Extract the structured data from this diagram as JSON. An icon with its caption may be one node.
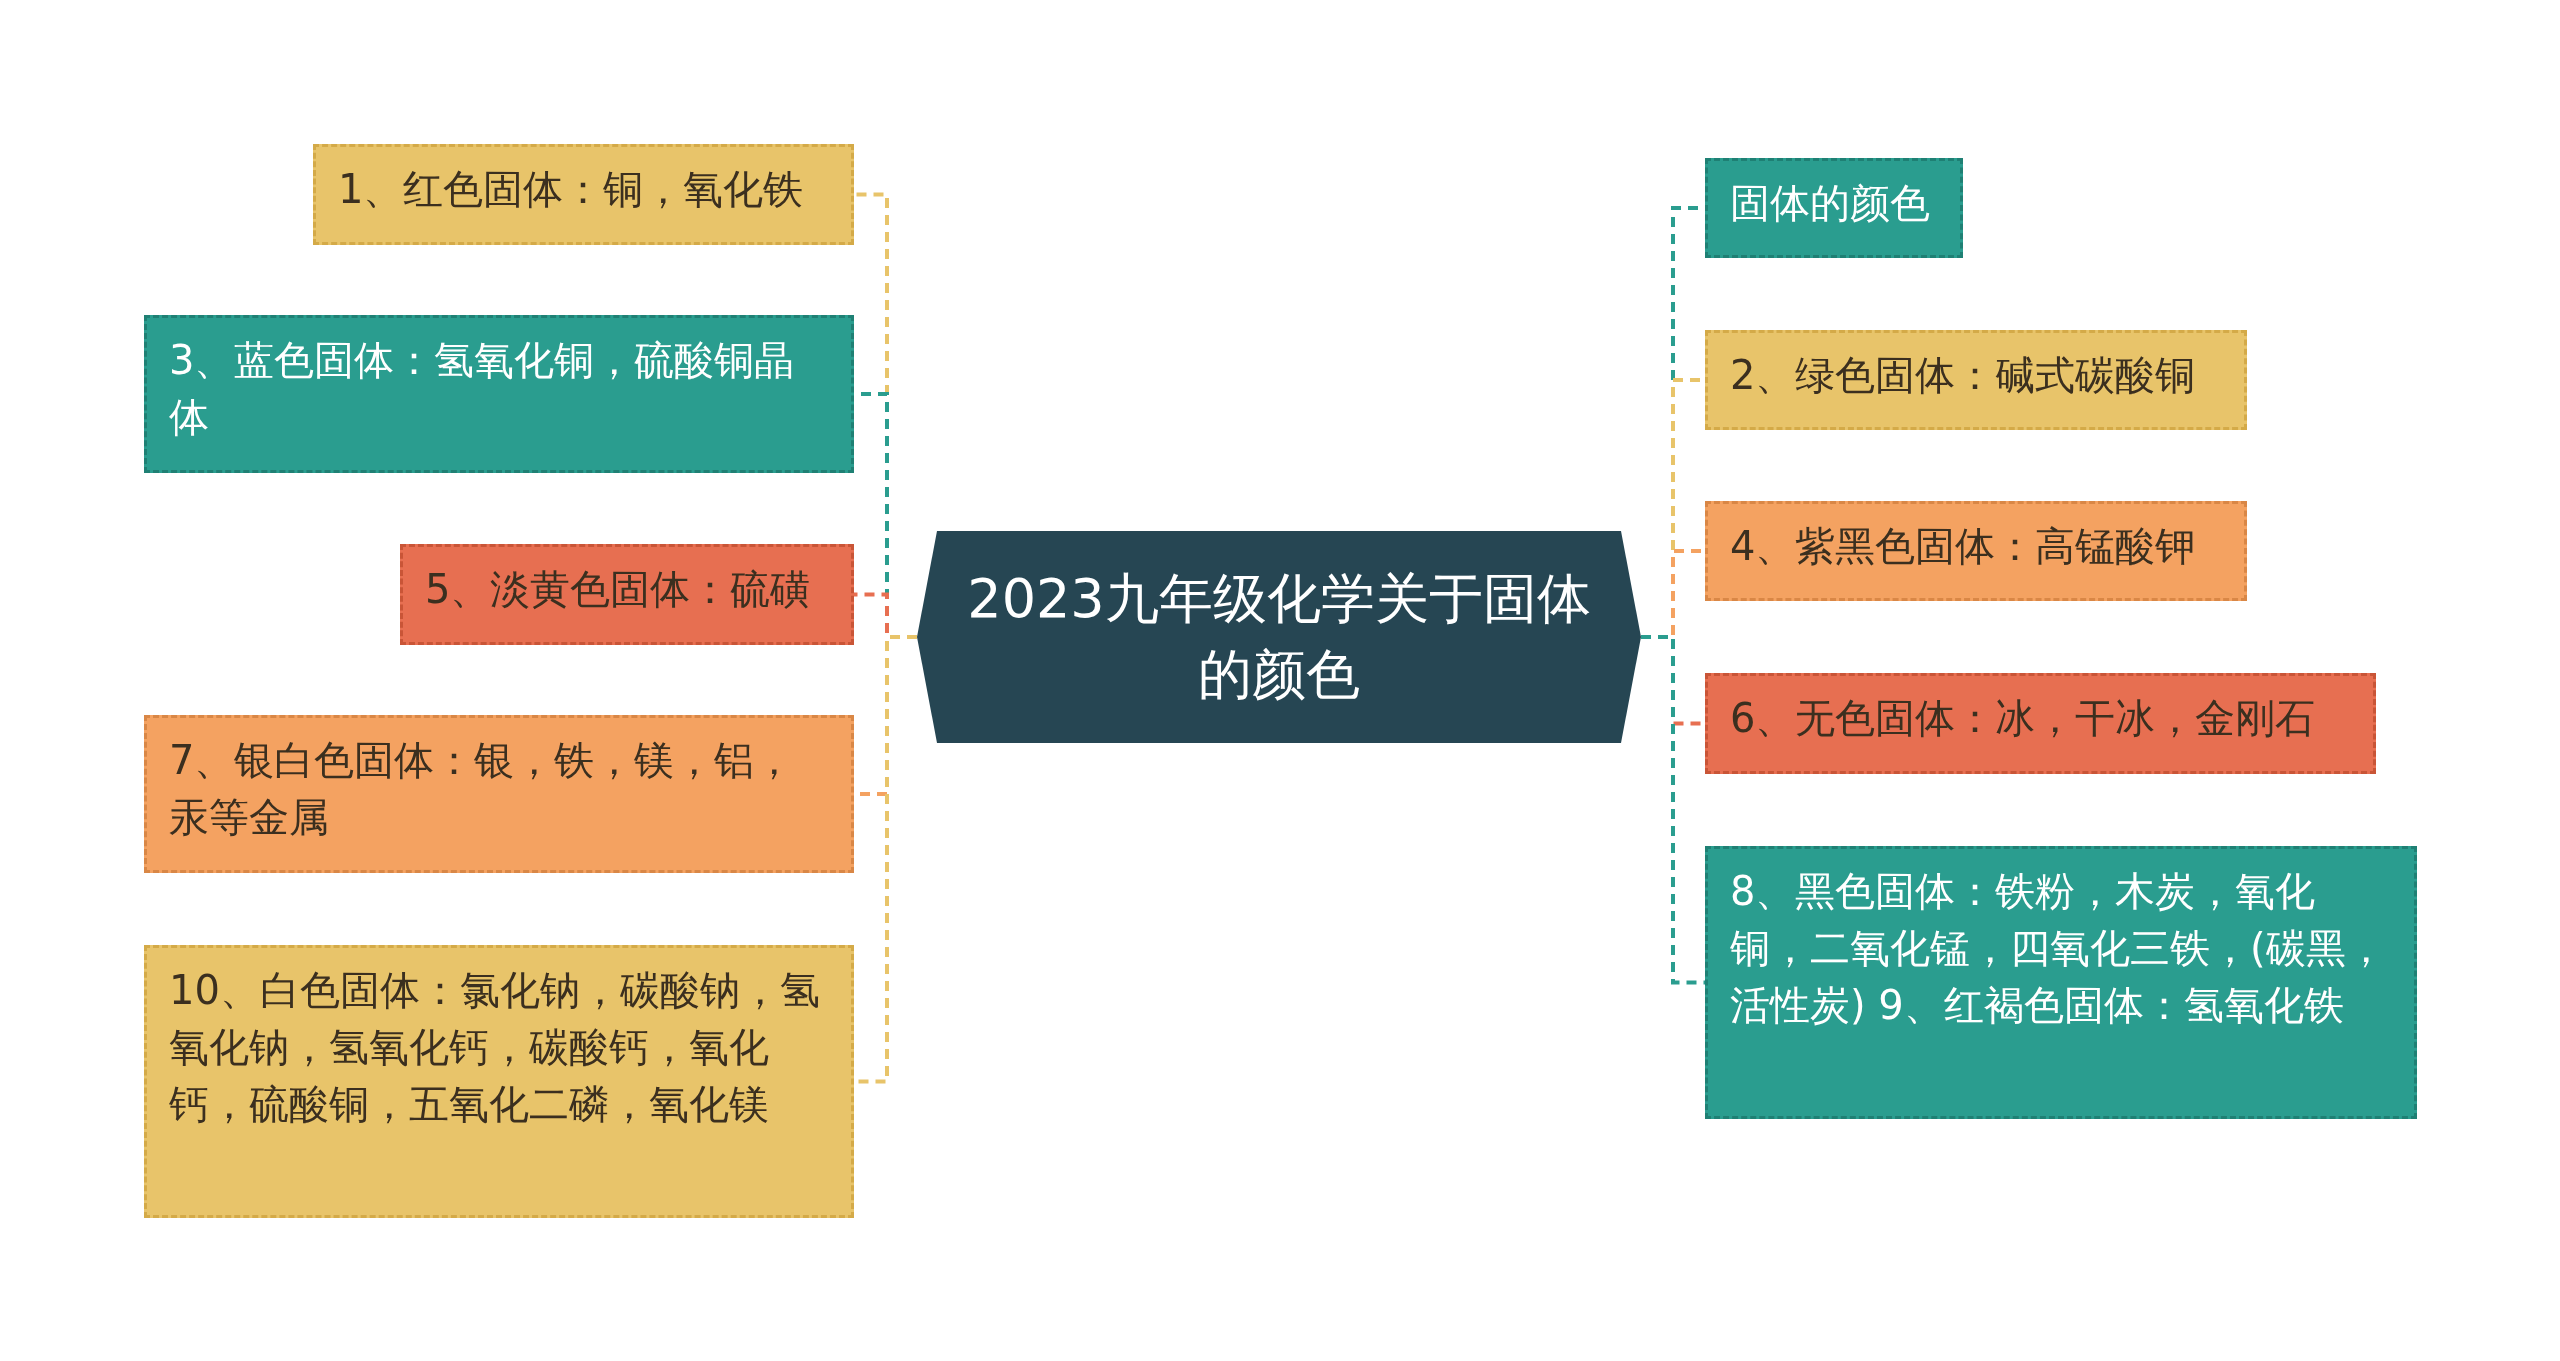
{
  "diagram": {
    "nodes": [
      {
        "text": [
          "2023九年级化学关于固体的颜色"
        ]
      },
      {
        "text": [
          "1、红色固体：铜，氧化铁"
        ]
      },
      {
        "text": [
          "3、蓝色固体：氢氧化铜，硫酸铜晶体"
        ]
      },
      {
        "text": [
          "5、淡黄色固体：硫磺"
        ]
      },
      {
        "text": [
          "7、银白色固体：银，铁，镁，铝，汞等金属"
        ]
      },
      {
        "text": [
          "10、白色固体：氯化钠，碳酸钠，氢氧化钠，氢氧化钙，碳酸钙，氧化钙，硫酸铜，五氧化二磷，氧化镁"
        ]
      },
      {
        "text": [
          "固体的颜色"
        ]
      },
      {
        "text": [
          "2、绿色固体：碱式碳酸铜"
        ]
      },
      {
        "text": [
          "4、紫黑色固体：高锰酸钾"
        ]
      },
      {
        "text": [
          "6、无色固体：冰，干冰，金刚石"
        ]
      },
      {
        "text": [
          "8、黑色固体：铁粉，木炭，氧化铜，二氧化锰，四氧化三铁，(碳黑，活性炭) 9、红褐色固体：氢氧化铁"
        ]
      }
    ],
    "edges": [
      {
        "from": 0,
        "to": 1,
        "arrow": "none",
        "style": "dashed",
        "color": "#e8c46a"
      },
      {
        "from": 0,
        "to": 2,
        "arrow": "none",
        "style": "dashed",
        "color": "#2a9d8f"
      },
      {
        "from": 0,
        "to": 3,
        "arrow": "none",
        "style": "dashed",
        "color": "#e76f51"
      },
      {
        "from": 0,
        "to": 4,
        "arrow": "none",
        "style": "dashed",
        "color": "#f4a261"
      },
      {
        "from": 0,
        "to": 5,
        "arrow": "none",
        "style": "dashed",
        "color": "#e8c46a"
      },
      {
        "from": 0,
        "to": 6,
        "arrow": "none",
        "style": "dashed",
        "color": "#2a9d8f"
      },
      {
        "from": 0,
        "to": 7,
        "arrow": "none",
        "style": "dashed",
        "color": "#e8c46a"
      },
      {
        "from": 0,
        "to": 8,
        "arrow": "none",
        "style": "dashed",
        "color": "#f4a261"
      },
      {
        "from": 0,
        "to": 9,
        "arrow": "none",
        "style": "dashed",
        "color": "#e76f51"
      },
      {
        "from": 0,
        "to": 10,
        "arrow": "none",
        "style": "dashed",
        "color": "#2a9d8f"
      }
    ]
  }
}
